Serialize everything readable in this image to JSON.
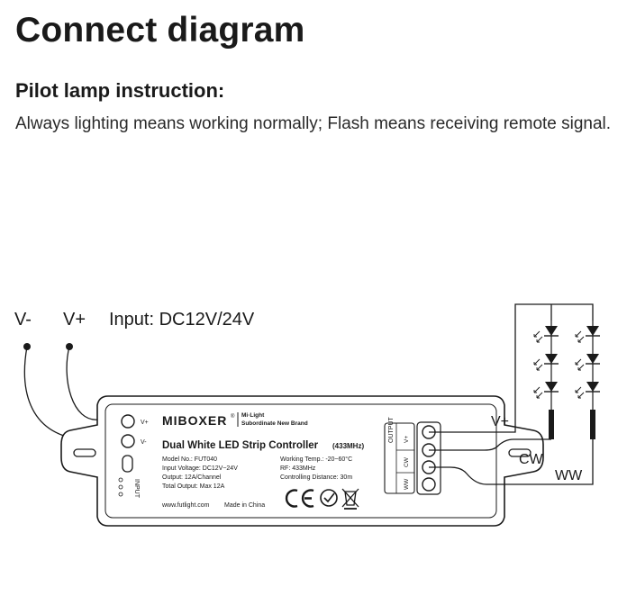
{
  "page": {
    "title": "Connect diagram",
    "subtitle": "Pilot lamp instruction:",
    "description": "Always lighting means working normally; Flash means receiving remote signal."
  },
  "wiring": {
    "v_minus": "V-",
    "v_plus": "V+",
    "input_label": "Input: DC12V/24V",
    "out_v_plus": "V+",
    "out_cw": "CW",
    "out_ww": "WW"
  },
  "device": {
    "brand": "MIBOXER",
    "registered": "®",
    "sub_brand": "Mi·Light",
    "sub_brand_tagline": "Subordinate New Brand",
    "product_name": "Dual White LED Strip Controller",
    "frequency": "(433MHz)",
    "specs_left": [
      "Model No.: FUT040",
      "Input Voltage: DC12V~24V",
      "Output: 12A/Channel",
      "Total Output: Max 12A"
    ],
    "specs_right": [
      "Working Temp.: -20~60°C",
      "RF: 433MHz",
      "Controlling Distance: 30m"
    ],
    "website": "www.futlight.com",
    "made_in": "Made in China",
    "input_port_label": "INPUT",
    "input_v_plus": "V+",
    "input_v_minus": "V-",
    "output_port_label": "OUTPUT",
    "output_terminals": [
      "V+",
      "CW",
      "WW"
    ]
  }
}
